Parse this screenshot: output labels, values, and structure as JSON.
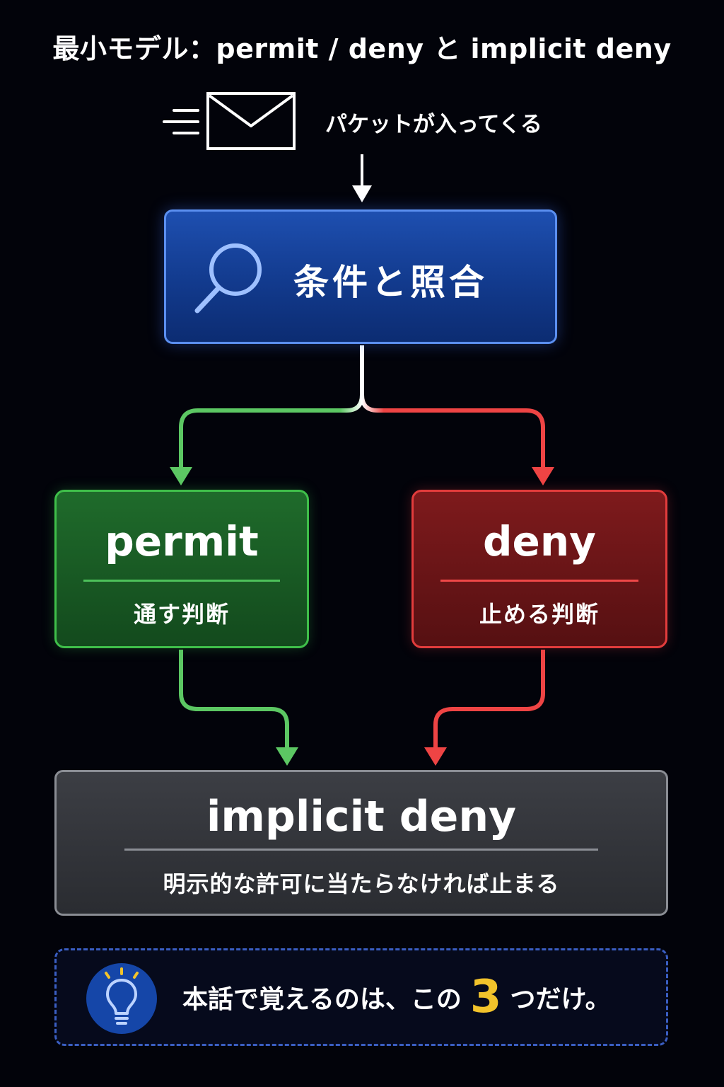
{
  "title": "最小モデル：permit / deny と implicit deny",
  "packet": {
    "label": "パケットが入ってくる",
    "icon": "envelope-icon"
  },
  "match": {
    "label": "条件と照合",
    "icon": "magnifier-icon",
    "color": "#1e4fb0"
  },
  "permit": {
    "title": "permit",
    "subtitle": "通す判断",
    "color": "#3fbf4a"
  },
  "deny": {
    "title": "deny",
    "subtitle": "止める判断",
    "color": "#e23c3c"
  },
  "implicit": {
    "title": "implicit deny",
    "subtitle": "明示的な許可に当たらなければ止まる",
    "color": "#8a8d94"
  },
  "tip": {
    "icon": "lightbulb-icon",
    "text_before": "本話で覚えるのは、この",
    "number": "3",
    "text_after": "つだけ。",
    "number_color": "#f2c32b"
  }
}
